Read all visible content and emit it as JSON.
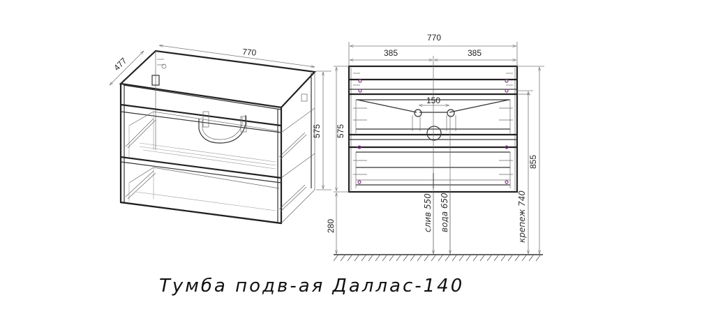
{
  "title": "Тумба подв-ая Даллас-140",
  "iso_view": {
    "width_label": "770",
    "depth_label": "477",
    "height_label": "575"
  },
  "front_view": {
    "overall_width_label": "770",
    "half_left_label": "385",
    "half_right_label": "385",
    "sink_holes_label": "150",
    "body_height_label": "575",
    "floor_gap_label": "280",
    "total_height_label": "855",
    "drain_label": "слив 550",
    "water_label": "вода 650",
    "mount_label": "крепеж 740"
  },
  "colors": {
    "line": "#222222",
    "dimension": "#777777",
    "fastener": "#8a3a8a",
    "background": "#ffffff"
  }
}
